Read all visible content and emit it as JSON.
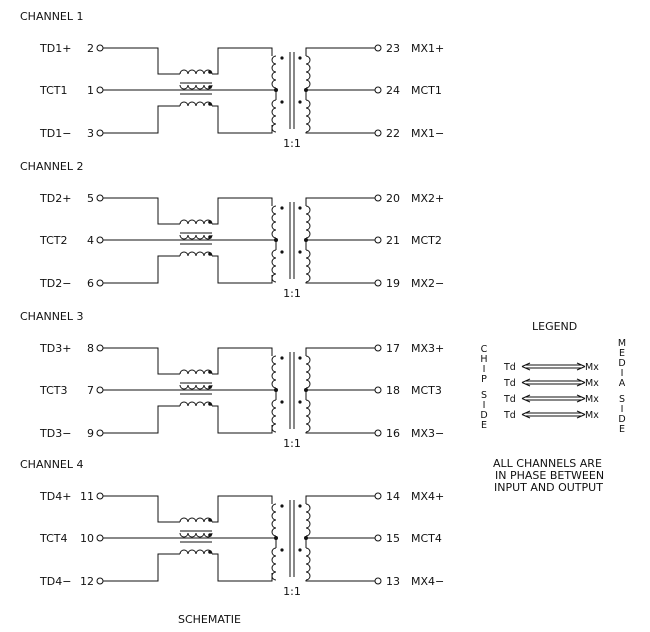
{
  "channels": [
    {
      "title": "CHANNEL  1",
      "left": [
        {
          "name": "TD1+",
          "pin": "2"
        },
        {
          "name": "TCT1",
          "pin": "1"
        },
        {
          "name": "TD1−",
          "pin": "3"
        }
      ],
      "right": [
        {
          "pin": "23",
          "name": "MX1+"
        },
        {
          "pin": "24",
          "name": "MCT1"
        },
        {
          "pin": "22",
          "name": "MX1−"
        }
      ],
      "ratio": "1:1"
    },
    {
      "title": "CHANNEL  2",
      "left": [
        {
          "name": "TD2+",
          "pin": "5"
        },
        {
          "name": "TCT2",
          "pin": "4"
        },
        {
          "name": "TD2−",
          "pin": "6"
        }
      ],
      "right": [
        {
          "pin": "20",
          "name": "MX2+"
        },
        {
          "pin": "21",
          "name": "MCT2"
        },
        {
          "pin": "19",
          "name": "MX2−"
        }
      ],
      "ratio": "1:1"
    },
    {
      "title": "CHANNEL  3",
      "left": [
        {
          "name": "TD3+",
          "pin": "8"
        },
        {
          "name": "TCT3",
          "pin": "7"
        },
        {
          "name": "TD3−",
          "pin": "9"
        }
      ],
      "right": [
        {
          "pin": "17",
          "name": "MX3+"
        },
        {
          "pin": "18",
          "name": "MCT3"
        },
        {
          "pin": "16",
          "name": "MX3−"
        }
      ],
      "ratio": "1:1"
    },
    {
      "title": "CHANNEL  4",
      "left": [
        {
          "name": "TD4+",
          "pin": "11"
        },
        {
          "name": "TCT4",
          "pin": "10"
        },
        {
          "name": "TD4−",
          "pin": "12"
        }
      ],
      "right": [
        {
          "pin": "14",
          "name": "MX4+"
        },
        {
          "pin": "15",
          "name": "MCT4"
        },
        {
          "pin": "13",
          "name": "MX4−"
        }
      ],
      "ratio": "1:1"
    }
  ],
  "legend": {
    "title": "LEGEND",
    "left_side": "CHIP SIDE",
    "right_side": "MEDIA SIDE",
    "rows": [
      {
        "from": "Td",
        "to": "Mx"
      },
      {
        "from": "Td",
        "to": "Mx"
      },
      {
        "from": "Td",
        "to": "Mx"
      },
      {
        "from": "Td",
        "to": "Mx"
      }
    ],
    "note": [
      "ALL CHANNELS ARE",
      "IN PHASE BETWEEN",
      "INPUT AND OUTPUT"
    ]
  },
  "caption": "SCHEMATIE",
  "colors": {
    "ink": "#111111",
    "background": "#ffffff"
  }
}
